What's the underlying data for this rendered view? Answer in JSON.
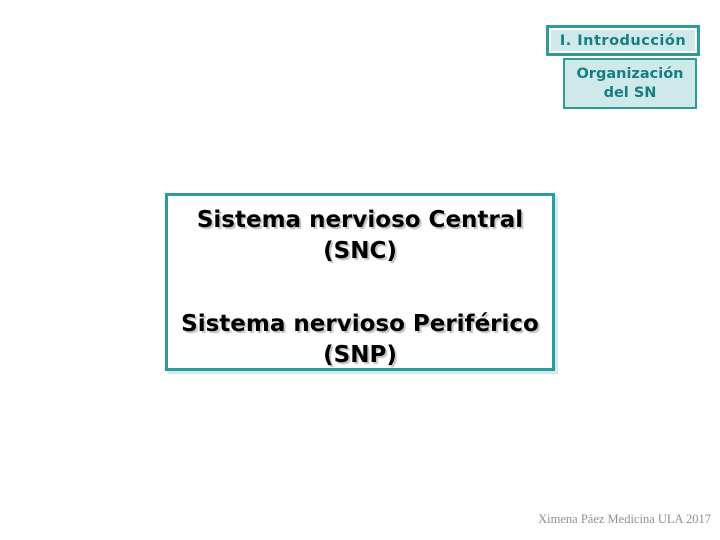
{
  "slide": {
    "background_color": "#ffffff",
    "accent_border_color": "#2e9a9a",
    "header_fill_color": "#cfe9ea",
    "header_text_color": "#157f7f",
    "body_text_color": "#000000",
    "body_text_shadow_color": "#c3c3c3",
    "footer_text_color": "#8c9391",
    "section_tab": {
      "label": "I. Introducción"
    },
    "subsection_box": {
      "line1": "Organización",
      "line2": "del SN"
    },
    "main_box": {
      "line1": "Sistema nervioso Central",
      "line2": "(SNC)",
      "line3": "Sistema nervioso Periférico",
      "line4": "(SNP)"
    },
    "footer": {
      "credit": "Ximena Páez Medicina ULA 2017"
    }
  }
}
